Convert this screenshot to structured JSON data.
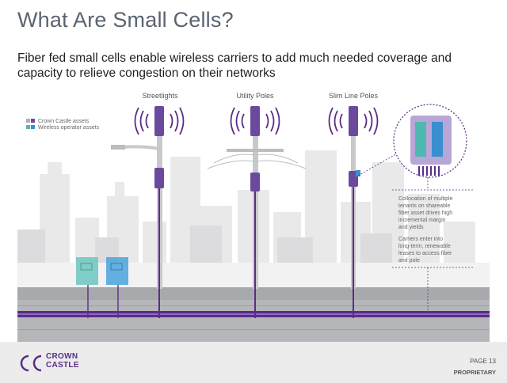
{
  "header": {
    "title": "What Are Small Cells?",
    "subtitle": "Fiber fed small cells enable wireless carriers to add much needed coverage and capacity to relieve congestion on their networks"
  },
  "diagram": {
    "pole_labels": [
      "Streetlights",
      "Utility Poles",
      "Slim Line Poles"
    ],
    "legend": [
      "Crown Castle assets",
      "Wireless operator assets"
    ],
    "note1": [
      "Collocation of multiple",
      "tenants on shareable",
      "fiber asset drives high",
      "incremental margin",
      "and yields"
    ],
    "note2": [
      "Carriers enter into",
      "long-term, renewable",
      "leases to access fiber",
      "and pole"
    ],
    "colors": {
      "crown": "#6b4a9e",
      "operator_teal": "#4fb8b0",
      "operator_blue": "#3a8fd0",
      "fiber": "#5b2d86"
    }
  },
  "footer": {
    "logo_line1": "CROWN",
    "logo_line2": "CASTLE",
    "page": "PAGE 13",
    "proprietary": "PROPRIETARY"
  }
}
